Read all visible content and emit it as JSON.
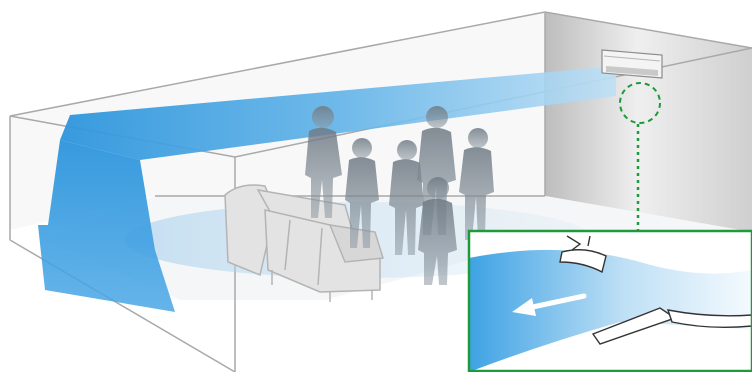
{
  "illustration": {
    "subject": "air-conditioner-airflow-room",
    "people_count": 6,
    "colors": {
      "airflow": "#2f9ae0",
      "airflow_light": "#cfe8f8",
      "room_edge": "#a9a9a9",
      "wall": "#d9d9d9",
      "callout_border": "#1e9a3a",
      "arrow": "#ffffff"
    },
    "icons": [
      "wall-mounted-ac-unit",
      "sofa",
      "people-silhouettes",
      "airflow-arrow",
      "magnified-louver-callout"
    ]
  }
}
